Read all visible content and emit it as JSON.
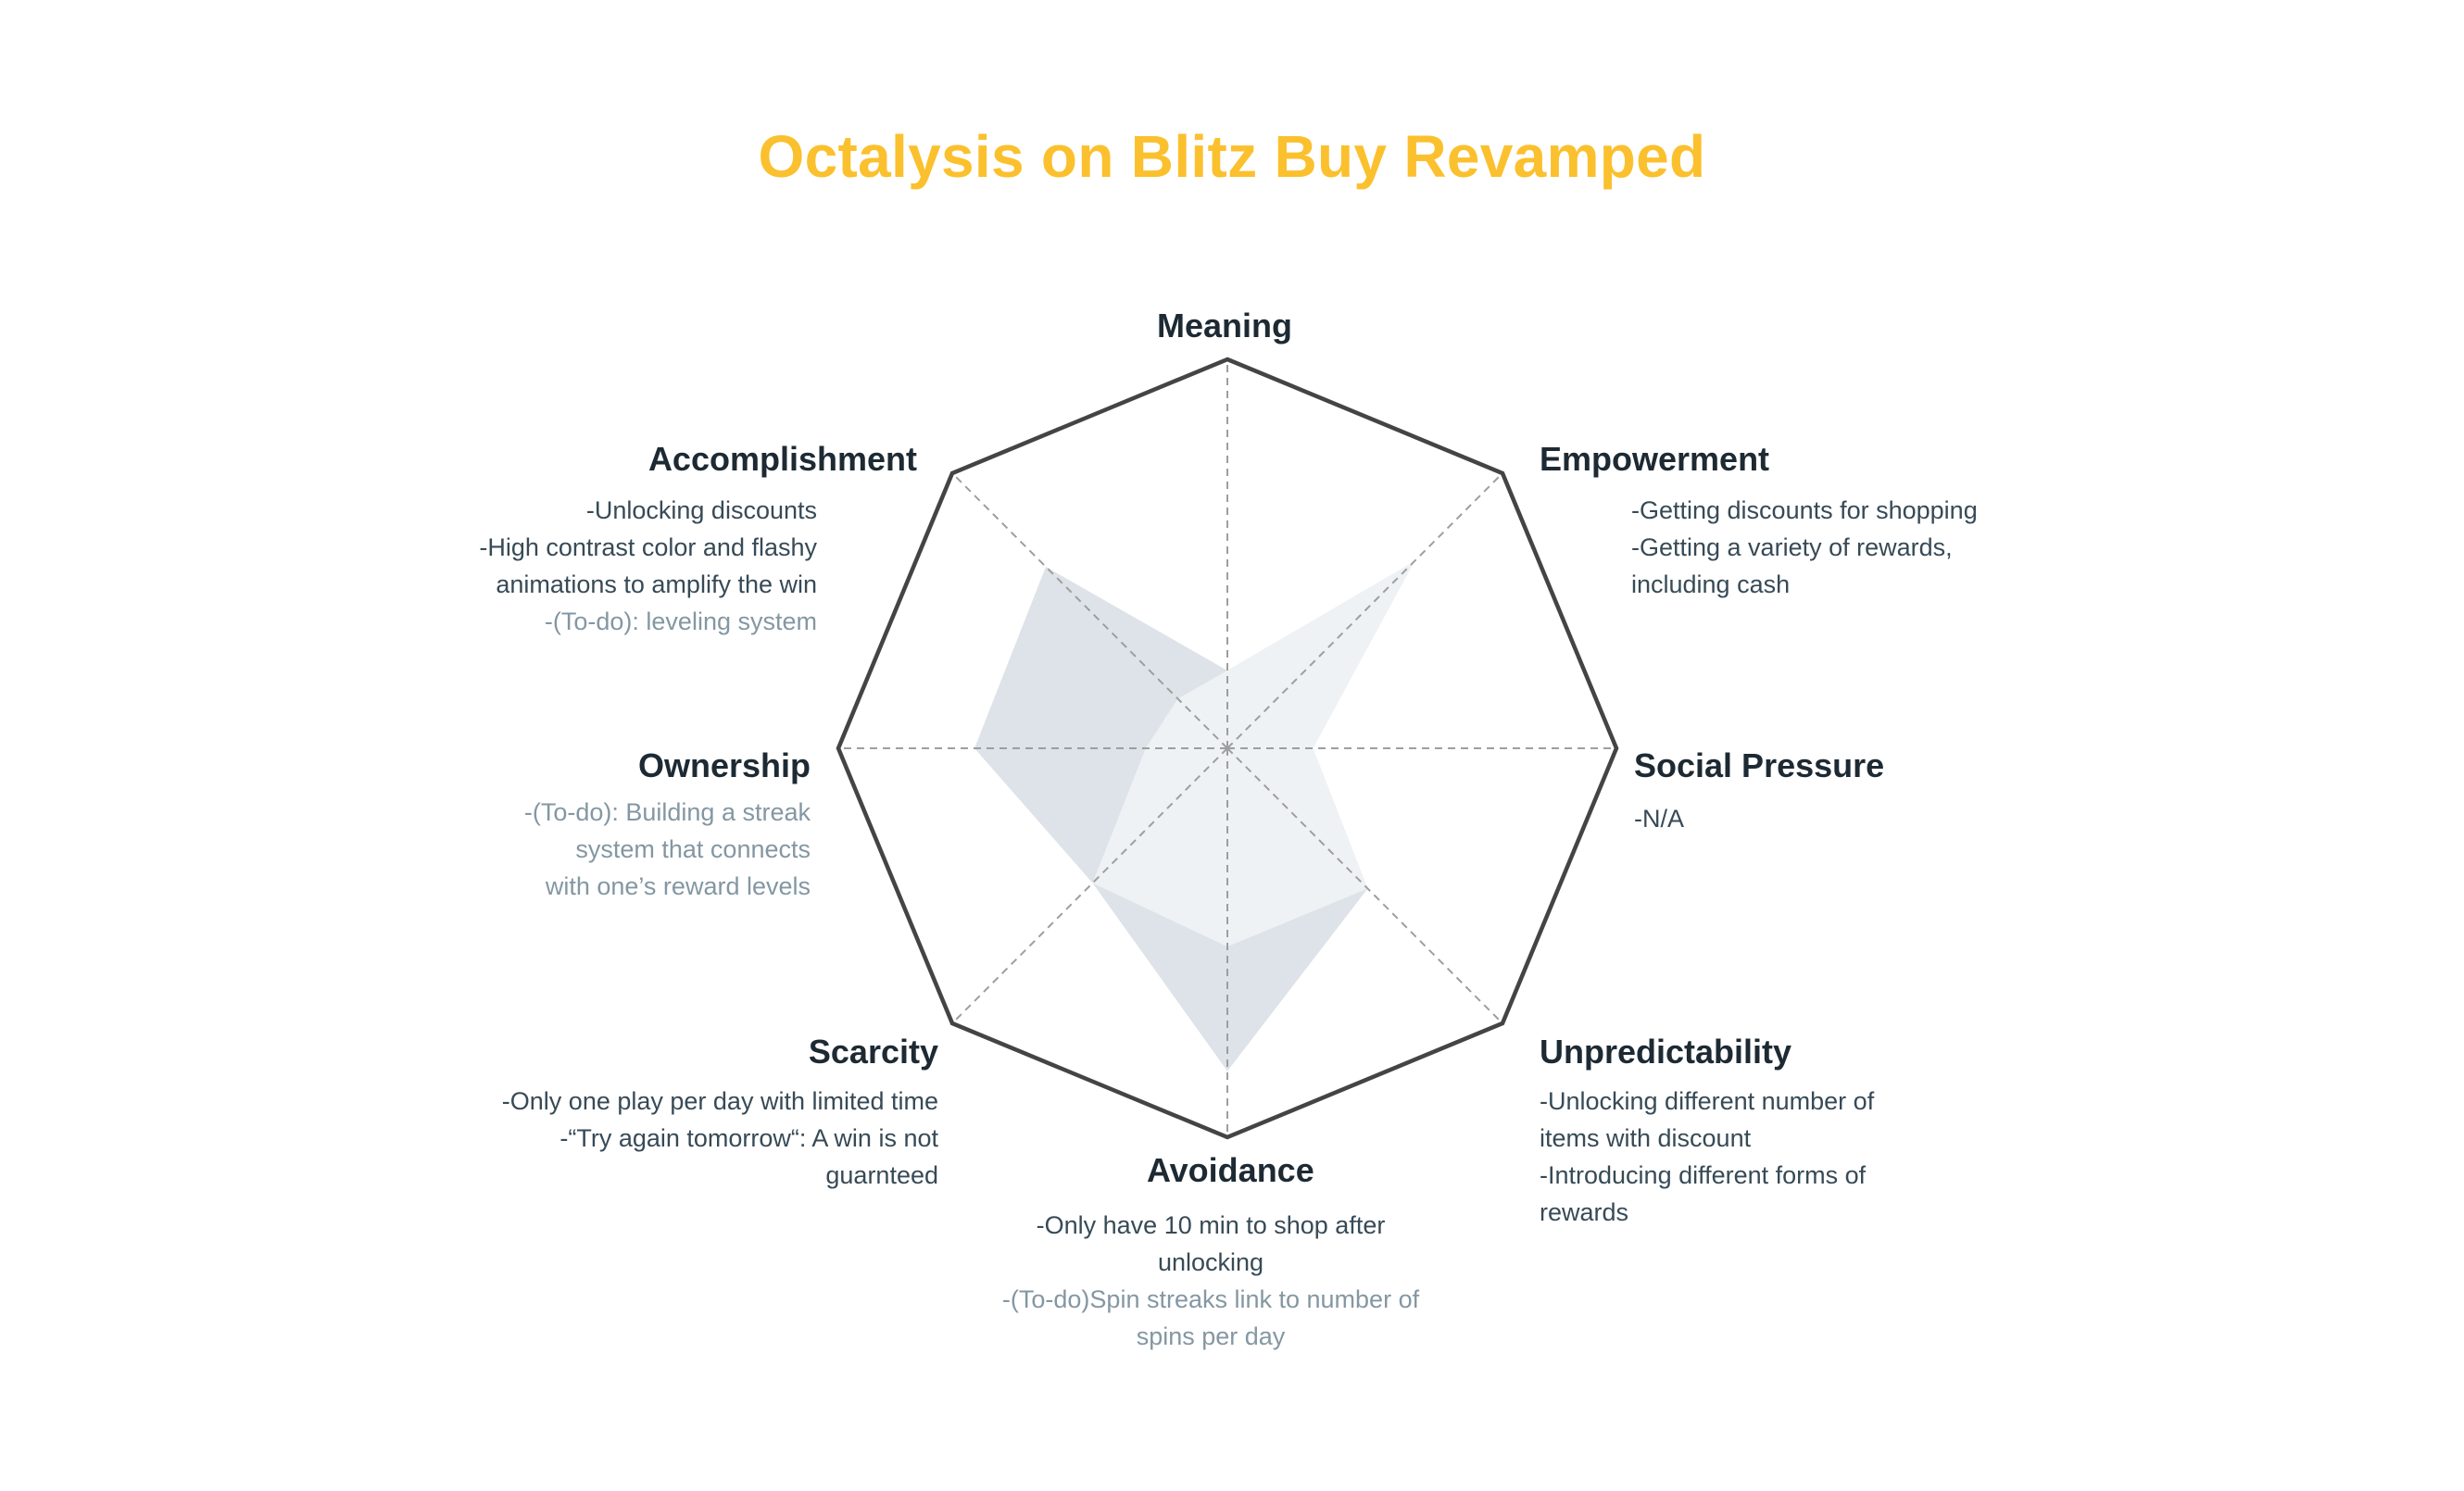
{
  "title": "Octalysis on Blitz Buy Revamped",
  "colors": {
    "title": "#FBC02D",
    "octagon_stroke": "#444444",
    "axis_dash": "#9e9e9e",
    "profile_light": "#eef2f5",
    "profile_dark": "#dde3e8",
    "note_text": "#374a56",
    "todo_text": "#8497a2"
  },
  "chart_data": {
    "type": "radar",
    "axes": [
      "Meaning",
      "Empowerment",
      "Social Pressure",
      "Unpredictability",
      "Avoidance",
      "Scarcity",
      "Ownership",
      "Accomplishment"
    ],
    "series": [
      {
        "values": [
          0.2,
          0.68,
          0.22,
          0.51,
          0.51,
          0.49,
          0.21,
          0.18
        ]
      },
      {
        "values": [
          0.2,
          0.68,
          0.22,
          0.51,
          0.83,
          0.49,
          0.65,
          0.66
        ]
      }
    ],
    "range": [
      0,
      1
    ]
  },
  "cards": [
    {
      "label": "Meaning",
      "notes": []
    },
    {
      "label": "Empowerment",
      "notes": [
        {
          "text": "-Getting discounts for shopping",
          "todo": false
        },
        {
          "text": "-Getting a variety of rewards,",
          "todo": false
        },
        {
          "text": "including cash",
          "todo": false
        }
      ]
    },
    {
      "label": "Social Pressure",
      "notes": [
        {
          "text": "-N/A",
          "todo": false
        }
      ]
    },
    {
      "label": "Unpredictability",
      "notes": [
        {
          "text": "-Unlocking different number of",
          "todo": false
        },
        {
          "text": "items with discount",
          "todo": false
        },
        {
          "text": "-Introducing different forms of",
          "todo": false
        },
        {
          "text": "rewards",
          "todo": false
        }
      ]
    },
    {
      "label": "Avoidance",
      "notes": [
        {
          "text": "-Only have 10 min to shop after",
          "todo": false
        },
        {
          "text": "unlocking",
          "todo": false
        },
        {
          "text": "-(To-do)Spin streaks link to number of",
          "todo": true
        },
        {
          "text": "spins per day",
          "todo": true
        }
      ]
    },
    {
      "label": "Scarcity",
      "notes": [
        {
          "text": "-Only one play per day with limited time",
          "todo": false
        },
        {
          "text": "-“Try again tomorrow“: A win is not",
          "todo": false
        },
        {
          "text": "guarnteed",
          "todo": false
        }
      ]
    },
    {
      "label": "Ownership",
      "notes": [
        {
          "text": "-(To-do): Building a streak",
          "todo": true
        },
        {
          "text": "system that connects",
          "todo": true
        },
        {
          "text": "with one’s reward levels",
          "todo": true
        }
      ]
    },
    {
      "label": "Accomplishment",
      "notes": [
        {
          "text": "-Unlocking discounts",
          "todo": false
        },
        {
          "text": "-High contrast color and flashy",
          "todo": false
        },
        {
          "text": "animations to amplify the win",
          "todo": false
        },
        {
          "text": "-(To-do): leveling system",
          "todo": true
        }
      ]
    }
  ]
}
